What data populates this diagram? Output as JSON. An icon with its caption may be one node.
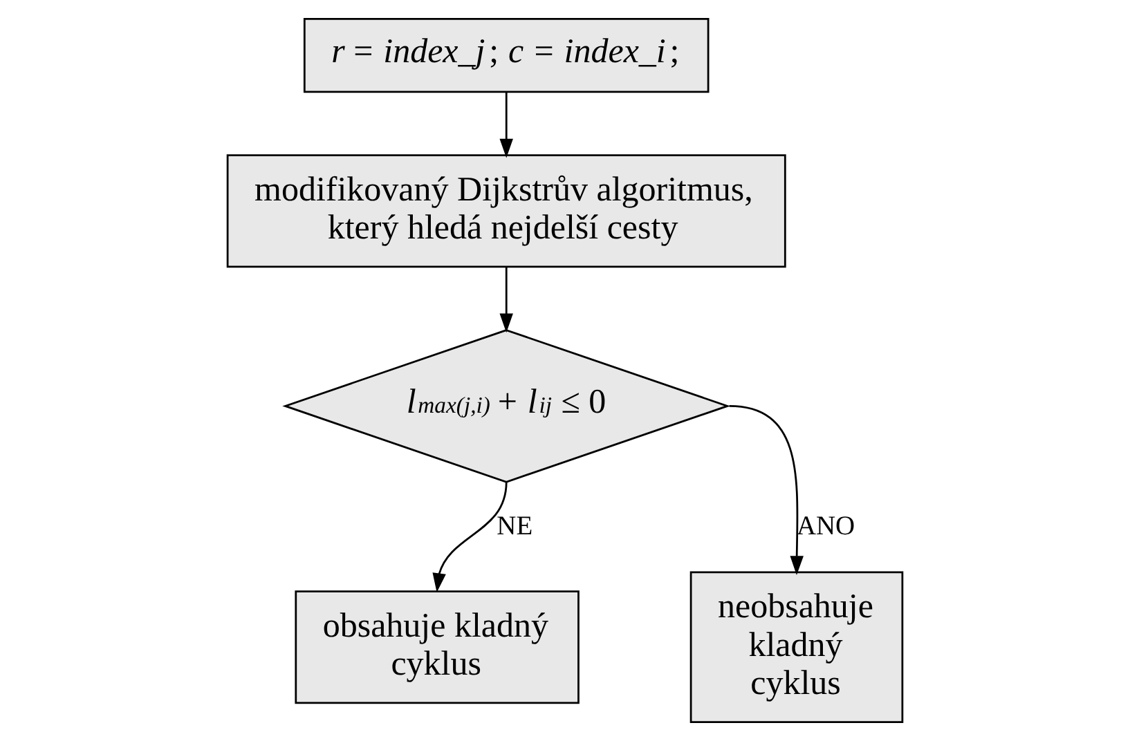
{
  "diagram": {
    "nodes": [
      {
        "text": [
          "*r* = *index_j*; *c* = *index_i*;"
        ]
      },
      {
        "text": [
          "modifikovaný Dijkstrův algoritmus, který hledá nejdelší cesty"
        ]
      },
      {
        "text": [
          "*l*$_{max(j,i)}$ + *l*$_{ij}$ ≤ 0"
        ]
      },
      {
        "text": [
          "neobsahuje kladný cyklus"
        ]
      },
      {
        "text": [
          "obsahuje kladný cyklus"
        ]
      }
    ],
    "edges": [
      {
        "from": 0,
        "to": 1,
        "arrow": "to"
      },
      {
        "from": 1,
        "to": 2,
        "arrow": "to"
      },
      {
        "from": 2,
        "to": 3,
        "arrow": "to",
        "label": "ANO"
      },
      {
        "from": 2,
        "to": 4,
        "arrow": "to",
        "label": "NE"
      }
    ]
  }
}
